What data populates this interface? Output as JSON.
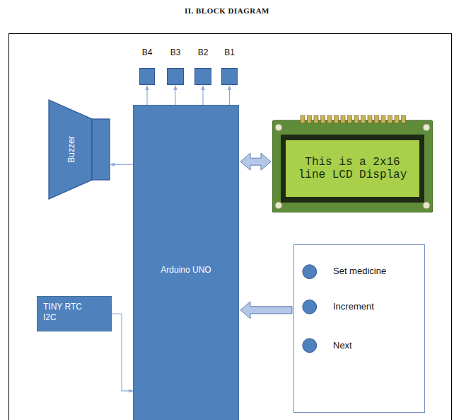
{
  "diagram": {
    "title": "II. BLOCK DIAGRAM",
    "nodes": [
      {
        "text": [
          "B4"
        ]
      },
      {
        "text": [
          "B3"
        ]
      },
      {
        "text": [
          "B2"
        ]
      },
      {
        "text": [
          "B1"
        ]
      },
      {
        "text": [
          "Buzzer"
        ]
      },
      {
        "text": [
          "Arduino UNO"
        ]
      },
      {
        "text": [
          "This is a 2x16 line LCD Display"
        ]
      },
      {
        "text": [
          "Set medicine",
          "Increment",
          "Next"
        ]
      },
      {
        "text": [
          "TINY RTC I2C"
        ]
      }
    ],
    "edges": [
      {
        "from": 5,
        "to": 0,
        "arrow": "to"
      },
      {
        "from": 5,
        "to": 1,
        "arrow": "to"
      },
      {
        "from": 5,
        "to": 2,
        "arrow": "to"
      },
      {
        "from": 5,
        "to": 3,
        "arrow": "to"
      },
      {
        "from": 5,
        "to": 4,
        "arrow": "to"
      },
      {
        "from": 5,
        "to": 6,
        "arrow": "both"
      },
      {
        "from": 7,
        "to": 5,
        "arrow": "to"
      },
      {
        "from": 8,
        "to": 5,
        "arrow": "to"
      }
    ]
  }
}
